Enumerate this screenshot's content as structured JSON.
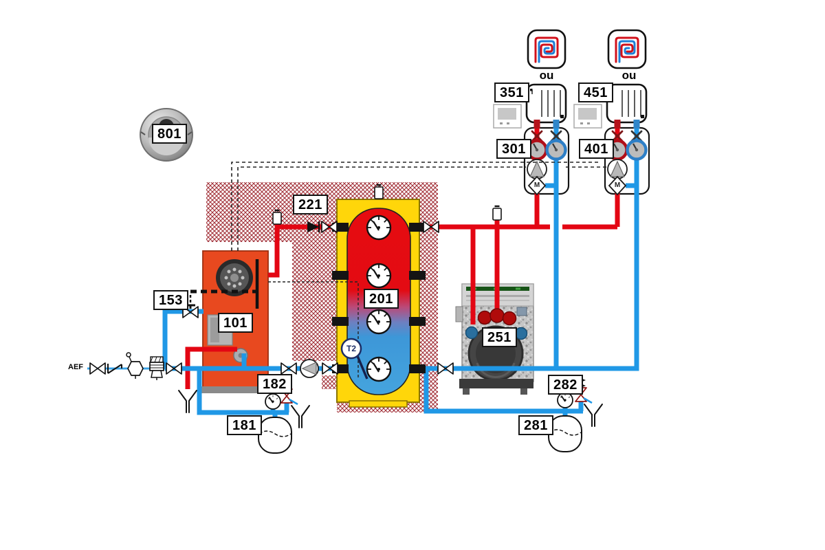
{
  "diagram": {
    "tags": {
      "regulator": "801",
      "log_boiler": "101",
      "load_valve": "153",
      "boiler_expansion_vessel": "181",
      "boiler_safety_group": "182",
      "buffer_tank": "201",
      "tank_shutoff_valve": "221",
      "pellet_boiler": "251",
      "system_expansion_vessel": "281",
      "system_safety_group": "282",
      "pump_group_circuit1": "301",
      "heating_circuit1": "351",
      "pump_group_circuit2": "401",
      "heating_circuit2": "451"
    },
    "texts": {
      "or_circuit1": "ou",
      "or_circuit2": "ou",
      "cold_water_inlet": "AEF",
      "tank_sensor": "T2",
      "motor_circuit1": "M",
      "motor_circuit2": "M"
    },
    "colors": {
      "supply_pipe": "#e30613",
      "return_pipe": "#2098e6",
      "boiler_body": "#e8491f",
      "tank_insulation": "#ffd60a",
      "wall_hatch": "#a23038"
    }
  }
}
